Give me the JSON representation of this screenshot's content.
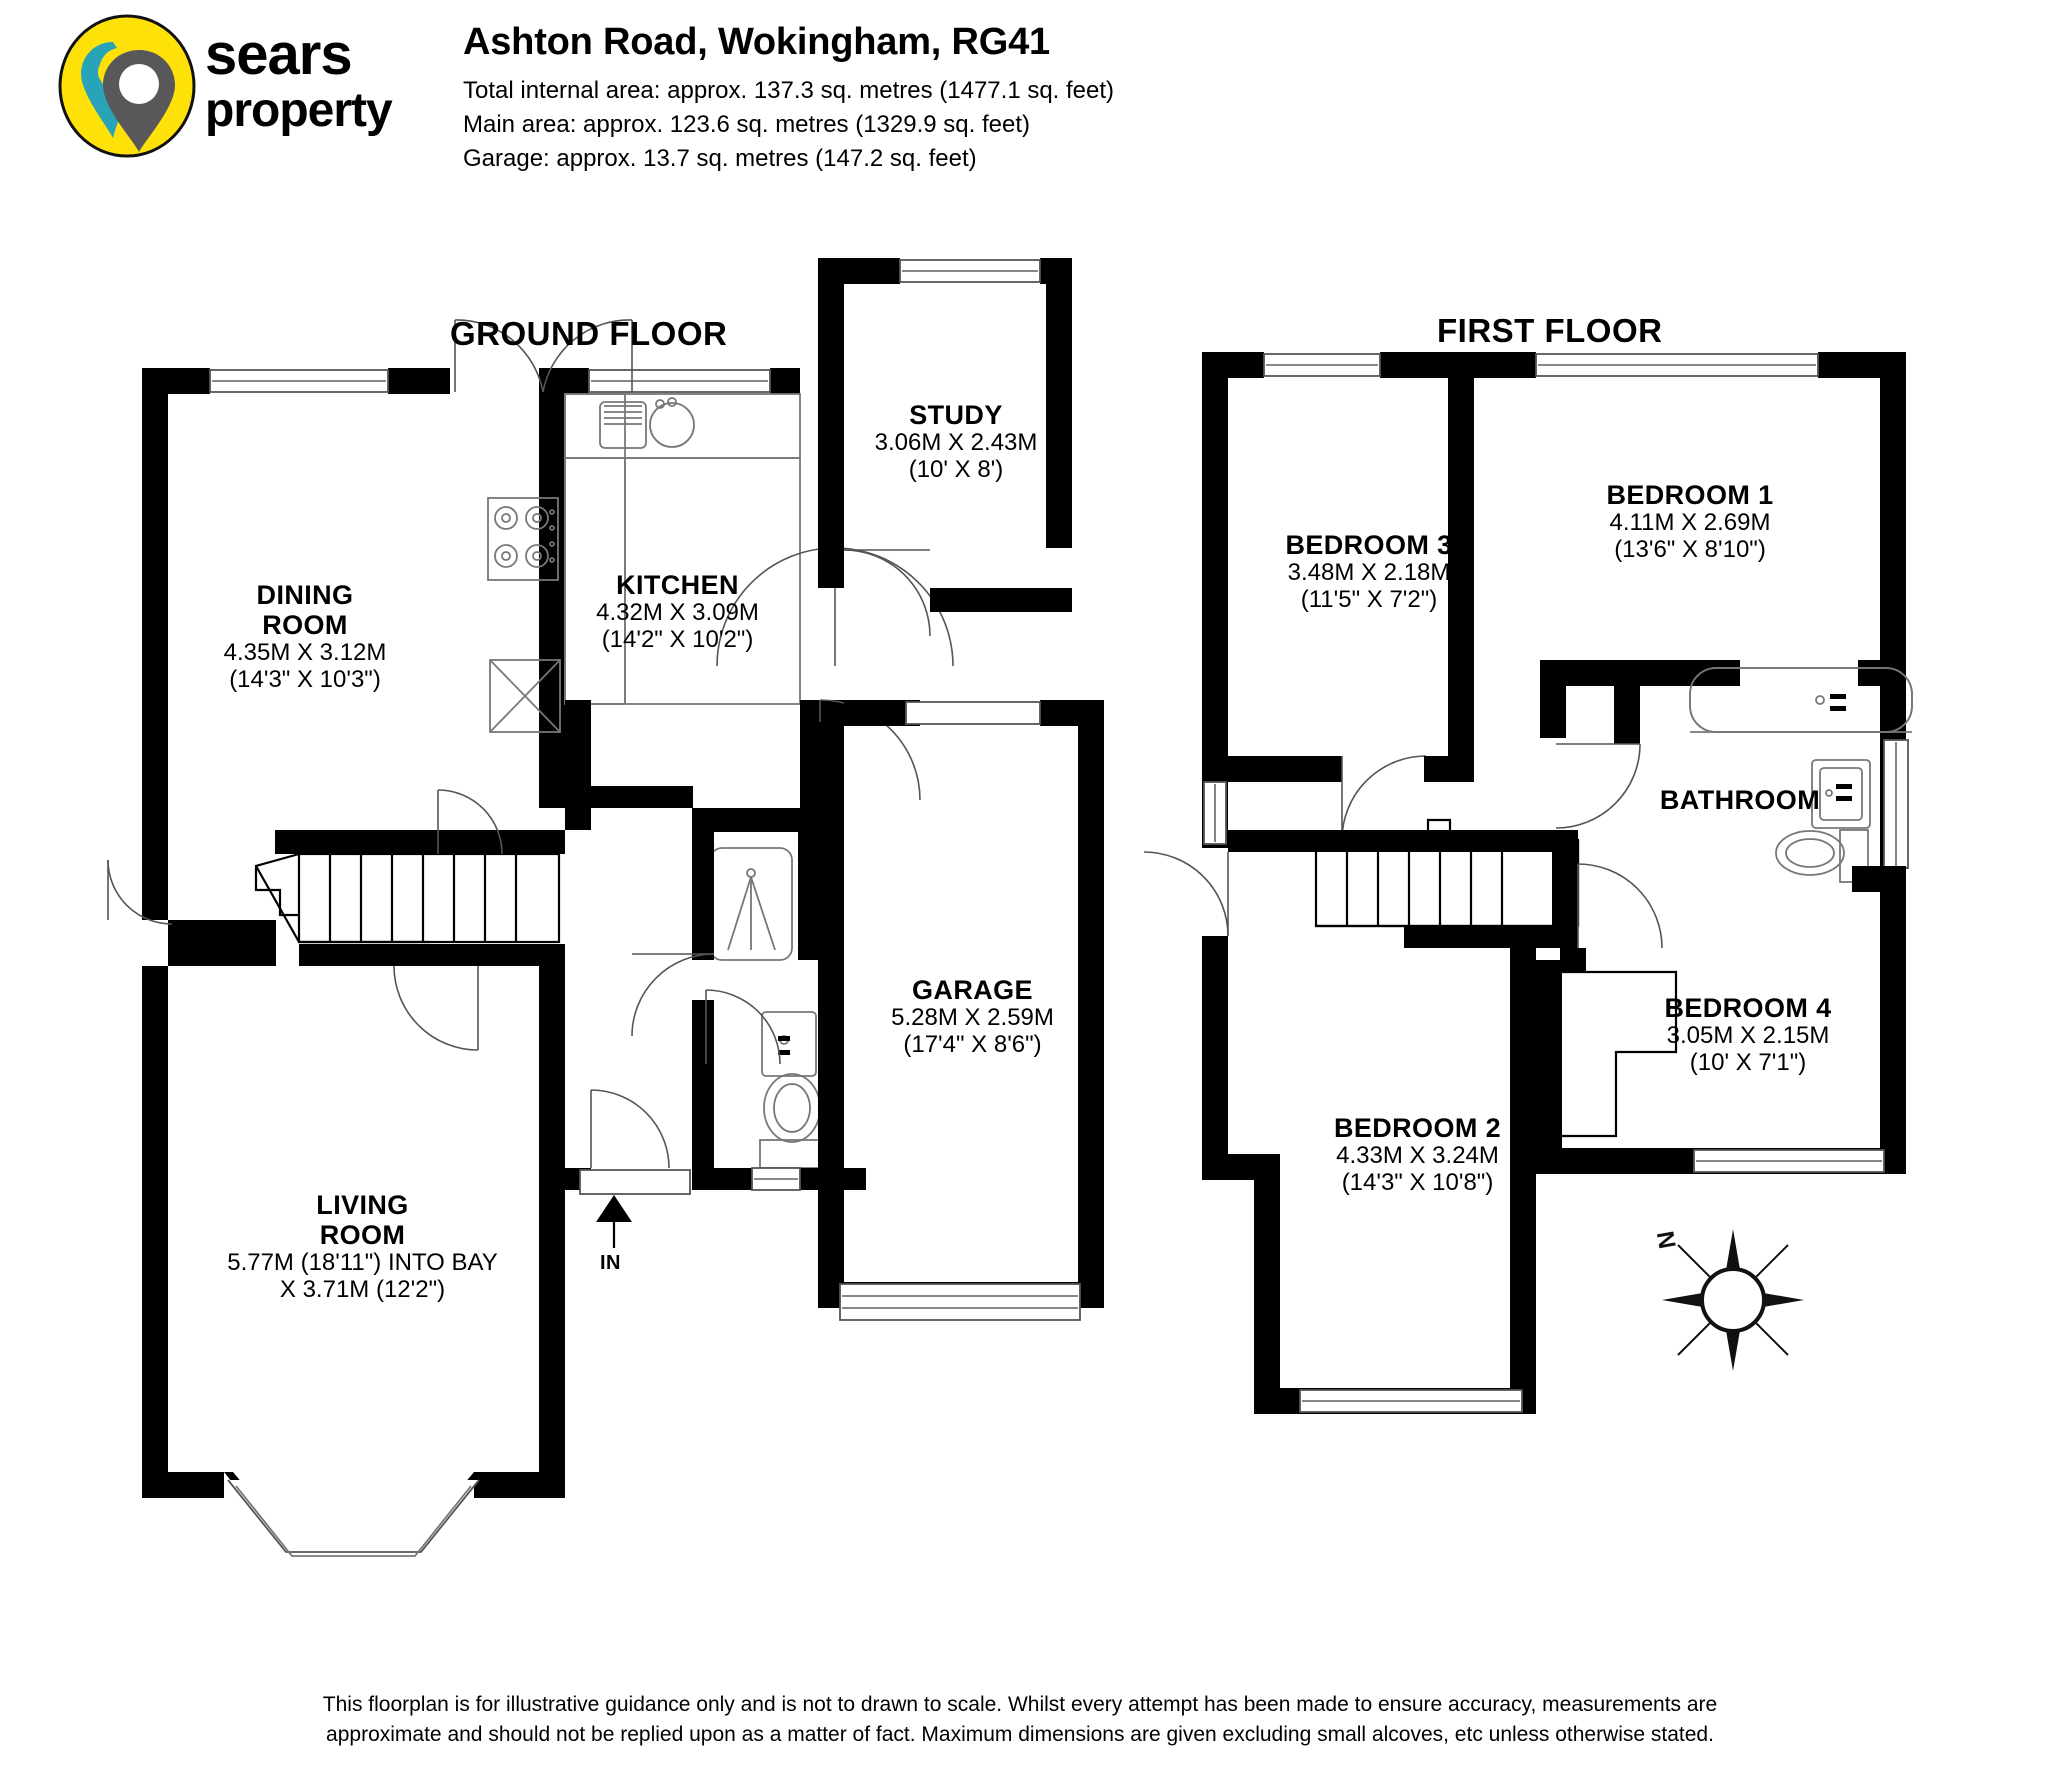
{
  "header": {
    "logo_name": "sears-property-logo",
    "brand_line1": "sears",
    "brand_line2": "property",
    "brand_colors": {
      "yellow": "#FFE10A",
      "teal": "#29A3B8",
      "grey": "#58585B",
      "black": "#000000"
    },
    "address_title": "Ashton Road, Wokingham, RG41",
    "area_lines": [
      "Total internal area: approx. 137.3 sq. metres (1477.1 sq. feet)",
      "Main area: approx. 123.6 sq. metres (1329.9 sq. feet)",
      "Garage: approx. 13.7 sq. metres (147.2 sq. feet)"
    ]
  },
  "floors": {
    "ground_title": "GROUND FLOOR",
    "first_title": "FIRST FLOOR"
  },
  "rooms": {
    "dining": {
      "name_line1": "DINING",
      "name_line2": "ROOM",
      "metric": "4.35M X 3.12M",
      "imperial": "(14'3\" X 10'3\")"
    },
    "kitchen": {
      "name_line1": "KITCHEN",
      "name_line2": "",
      "metric": "4.32M X 3.09M",
      "imperial": "(14'2\" X 10'2\")"
    },
    "study": {
      "name_line1": "STUDY",
      "name_line2": "",
      "metric": "3.06M X 2.43M",
      "imperial": "(10' X 8')"
    },
    "garage": {
      "name_line1": "GARAGE",
      "name_line2": "",
      "metric": "5.28M X 2.59M",
      "imperial": "(17'4\" X 8'6\")"
    },
    "living": {
      "name_line1": "LIVING",
      "name_line2": "ROOM",
      "metric": "5.77M (18'11\") INTO BAY",
      "imperial": "X 3.71M (12'2\")"
    },
    "bedroom1": {
      "name_line1": "BEDROOM 1",
      "name_line2": "",
      "metric": "4.11M X 2.69M",
      "imperial": "(13'6\" X 8'10\")"
    },
    "bedroom2": {
      "name_line1": "BEDROOM 2",
      "name_line2": "",
      "metric": "4.33M X 3.24M",
      "imperial": "(14'3\" X 10'8\")"
    },
    "bedroom3": {
      "name_line1": "BEDROOM 3",
      "name_line2": "",
      "metric": "3.48M X 2.18M",
      "imperial": "(11'5\" X 7'2\")"
    },
    "bedroom4": {
      "name_line1": "BEDROOM 4",
      "name_line2": "",
      "metric": "3.05M X 2.15M",
      "imperial": "(10' X 7'1\")"
    },
    "bathroom": {
      "name_line1": "BATHROOM",
      "name_line2": "",
      "metric": "",
      "imperial": ""
    }
  },
  "markers": {
    "entrance": "IN",
    "compass_north": "N"
  },
  "footer": {
    "line1": "This floorplan is for illustrative guidance only and is not to drawn to scale. Whilst every attempt has been made to ensure accuracy, measurements are",
    "line2": "approximate and should not be replied upon as a matter of fact. Maximum dimensions are given excluding small alcoves, etc unless otherwise stated."
  }
}
